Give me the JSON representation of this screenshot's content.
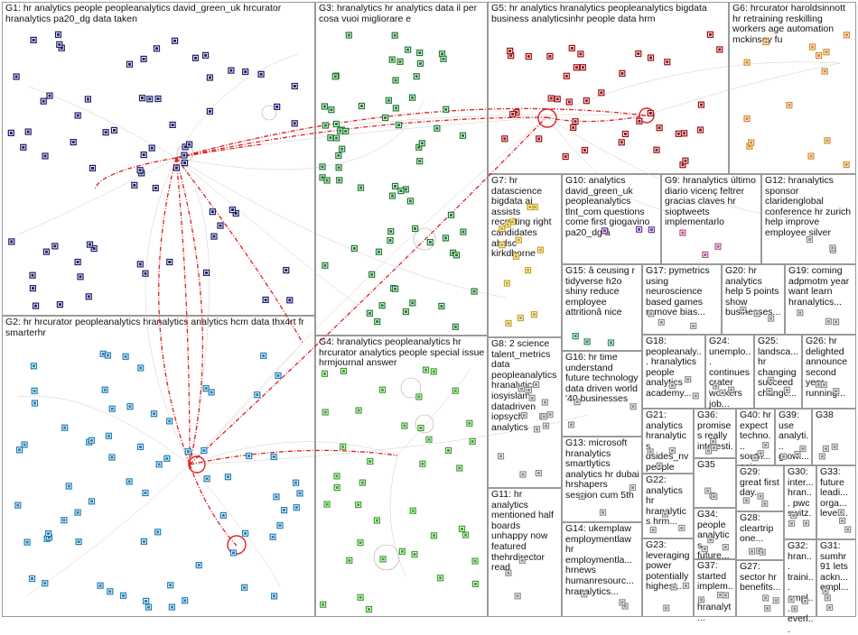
{
  "groups": [
    {
      "id": "g1",
      "label": "G1: hr analytics people peopleanalytics david_green_uk hrcurator hranalytics pa20_dg data taken",
      "color": "#1b1b6b"
    },
    {
      "id": "g2",
      "label": "G2: hr hrcurator peopleanalytics hranalytics analytics hcm data thx4rt fr smarterhr",
      "color": "#1f7db5"
    },
    {
      "id": "g3",
      "label": "G3: hranalytics hr analytics data il per cosa vuoi migliorare e",
      "color": "#1e7a30"
    },
    {
      "id": "g4",
      "label": "G4: hranalytics peopleanalytics hr hrcurator analytics people special issue hrmjournal answer",
      "color": "#3aa02a"
    },
    {
      "id": "g5",
      "label": "G5: hr analytics hranalytics peopleanalytics bigdata business analyticsinhr people data hrm",
      "color": "#9a1010"
    },
    {
      "id": "g6",
      "label": "G6: hrcurator haroldsinnott hr retraining reskilling workers age automation mckinsey fu",
      "color": "#d08a2a"
    },
    {
      "id": "g7",
      "label": "G7: hr datascience bigdata ai assists recruiting right candidates abdsc kirkdborne",
      "color": "#c4a21a"
    },
    {
      "id": "g8",
      "label": "G8: 2 science talent_metrics data peopleanalytics hranalytics iosyislam datadriven iopsych analytics",
      "color": "#8a8a8a"
    },
    {
      "id": "g9",
      "label": "G9: hranalytics último diario vicenç feltrer gracias claves hr sioptweets implementarlo",
      "color": "#b0508a"
    },
    {
      "id": "g10",
      "label": "G10: analytics david_green_uk peopleanalytics tlnt_com questions come first giogavino pa20_dg â",
      "color": "#6a3a9a"
    },
    {
      "id": "g11",
      "label": "G11: hr analytics mentioned half boards unhappy now featured thehrdirector read",
      "color": "#8a8a8a"
    },
    {
      "id": "g12",
      "label": "G12: hranalytics sponsor claridenglobal conference hr zurich help improve employee silver",
      "color": "#8a8a8a"
    },
    {
      "id": "g13",
      "label": "G13: microsoft hranalytics smartlytics analytics hr dubai hrshapers session cum 5th",
      "color": "#8a8a8a"
    },
    {
      "id": "g14",
      "label": "G14: ukemplaw employmentlaw hr employmentla... hrnews humanresourc... hranalytics...",
      "color": "#8a8a8a"
    },
    {
      "id": "g15",
      "label": "G15: â ceusing r tidyverse h2o shiny reduce employee attritionâ nice",
      "color": "#2a8a5a"
    },
    {
      "id": "g16",
      "label": "G16: hr time understand future technology data driven world '40 businesses",
      "color": "#8a8a8a"
    },
    {
      "id": "g17",
      "label": "G17: pymetrics using neuroscience based games remove bias...",
      "color": "#8a8a8a"
    },
    {
      "id": "g18",
      "label": "G18: peopleanaly... hranalytics people analytics academy...",
      "color": "#8a8a8a"
    },
    {
      "id": "g19",
      "label": "G19: coming adpmotm year want learn hranalytics...",
      "color": "#8a8a8a"
    },
    {
      "id": "g20",
      "label": "G20: hr analytics help 5 points show businesses...",
      "color": "#8a8a8a"
    },
    {
      "id": "g21",
      "label": "G21: analytics hranalytics dsides_nv people hr...",
      "color": "#8a8a8a"
    },
    {
      "id": "g22",
      "label": "G22: analytics hr hranalytics hrm...",
      "color": "#8a8a8a"
    },
    {
      "id": "g23",
      "label": "G23: leveraging power potentially highest...",
      "color": "#8a8a8a"
    },
    {
      "id": "g24",
      "label": "G24: unemplo... continues crater workers job...",
      "color": "#8a8a8a"
    },
    {
      "id": "g25",
      "label": "G25: landsca... hr changing succeed change...",
      "color": "#8a8a8a"
    },
    {
      "id": "g26",
      "label": "G26: hr delighted announce second year running...",
      "color": "#8a8a8a"
    },
    {
      "id": "g27",
      "label": "G27: sector hr benefits...",
      "color": "#8a8a8a"
    },
    {
      "id": "g28",
      "label": "G28: cleartrip one...",
      "color": "#8a8a8a"
    },
    {
      "id": "g29",
      "label": "G29: great first day...",
      "color": "#8a8a8a"
    },
    {
      "id": "g30",
      "label": "G30: inter... hran... pwc switz...",
      "color": "#8a8a8a"
    },
    {
      "id": "g31",
      "label": "G31: sumhr 91 lets ackn... empl...",
      "color": "#8a8a8a"
    },
    {
      "id": "g32",
      "label": "G32: hran... traini... empl... everl...",
      "color": "#8a8a8a"
    },
    {
      "id": "g33",
      "label": "G33: future leadi... orga... lever...",
      "color": "#8a8a8a"
    },
    {
      "id": "g34",
      "label": "G34: people analytics future...",
      "color": "#8a8a8a"
    },
    {
      "id": "g35",
      "label": "G35",
      "color": "#8a8a8a"
    },
    {
      "id": "g36",
      "label": "G36: promises really interesti...",
      "color": "#8a8a8a"
    },
    {
      "id": "g37",
      "label": "G37: started implem... hranalyt...",
      "color": "#8a8a8a"
    },
    {
      "id": "g38",
      "label": "G38",
      "color": "#8a8a8a"
    },
    {
      "id": "g39",
      "label": "G39: use analyti... growi...",
      "color": "#8a8a8a"
    },
    {
      "id": "g40",
      "label": "G40: hr expect techno... south... asia...",
      "color": "#8a8a8a"
    }
  ]
}
